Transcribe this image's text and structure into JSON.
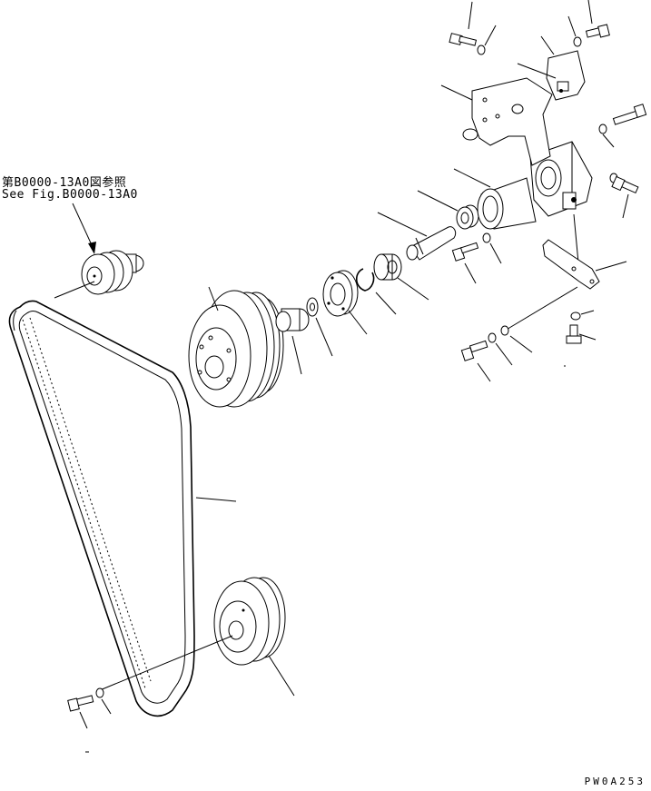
{
  "reference": {
    "jp": "第B0000-13A0図参照",
    "en": "See Fig.B0000-13A0"
  },
  "drawing_code": "PW0A253",
  "icons": [
    "idler-pulley-icon",
    "crank-pulley-icon",
    "belt-icon",
    "bracket-icon",
    "bolt-icon",
    "washer-icon",
    "bearing-icon",
    "shaft-icon",
    "snap-ring-icon",
    "nut-icon"
  ]
}
